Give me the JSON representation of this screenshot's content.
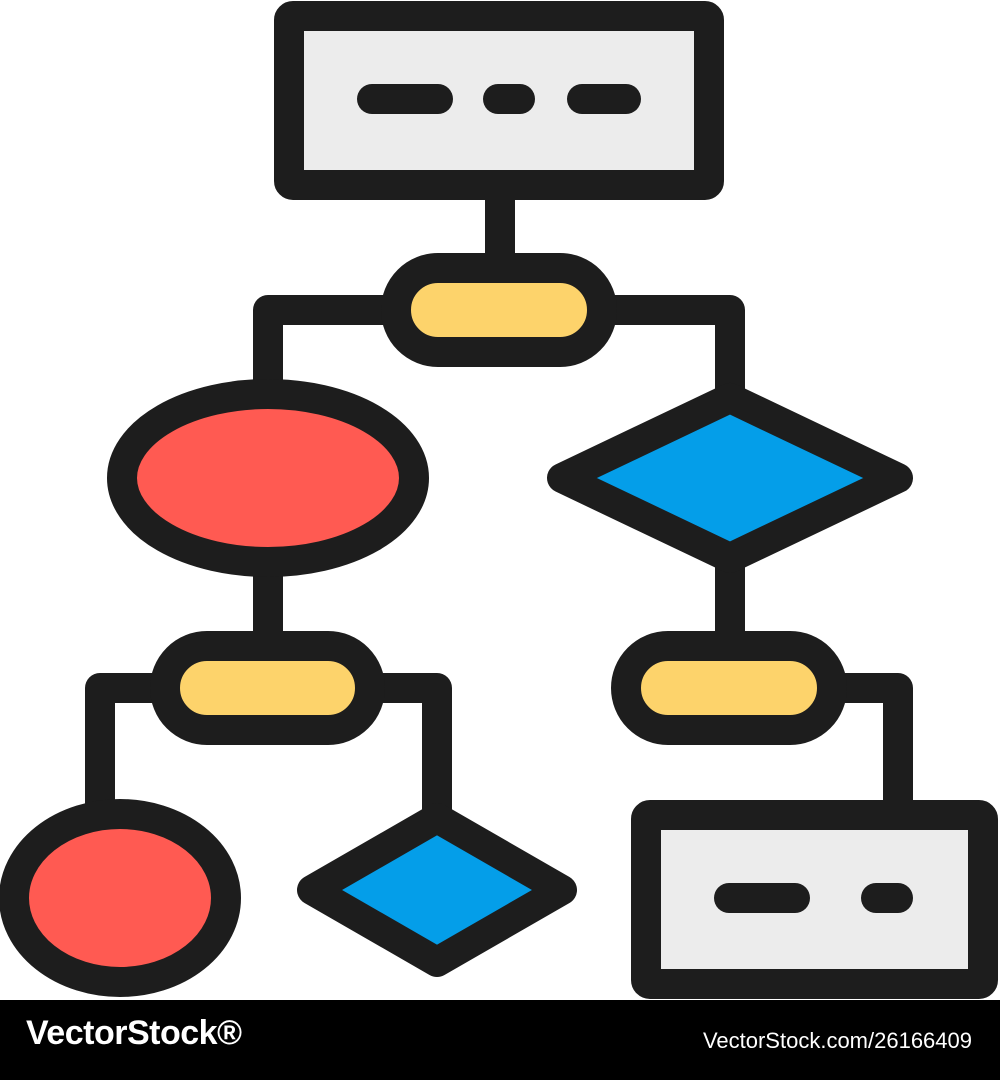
{
  "diagram": {
    "palette": {
      "outline": "#1d1d1d",
      "box_fill": "#ececec",
      "pill_fill": "#fdd36b",
      "oval_fill": "#ff5a52",
      "diamond_fill": "#049ee9"
    },
    "nodes": [
      {
        "id": "top-box",
        "shape": "rectangle",
        "fill": "box"
      },
      {
        "id": "top-connector",
        "shape": "pill",
        "fill": "pill"
      },
      {
        "id": "left-oval",
        "shape": "ellipse",
        "fill": "oval"
      },
      {
        "id": "right-diamond",
        "shape": "diamond",
        "fill": "diamond"
      },
      {
        "id": "left-connector",
        "shape": "pill",
        "fill": "pill"
      },
      {
        "id": "right-connector",
        "shape": "pill",
        "fill": "pill"
      },
      {
        "id": "bottom-left-oval",
        "shape": "ellipse",
        "fill": "oval"
      },
      {
        "id": "bottom-diamond",
        "shape": "diamond",
        "fill": "diamond"
      },
      {
        "id": "bottom-right-box",
        "shape": "rectangle",
        "fill": "box"
      }
    ],
    "edges": [
      [
        "top-box",
        "top-connector"
      ],
      [
        "top-connector",
        "left-oval"
      ],
      [
        "top-connector",
        "right-diamond"
      ],
      [
        "left-oval",
        "left-connector"
      ],
      [
        "right-diamond",
        "right-connector"
      ],
      [
        "left-connector",
        "bottom-left-oval"
      ],
      [
        "left-connector",
        "bottom-diamond"
      ],
      [
        "right-connector",
        "bottom-right-box"
      ]
    ]
  },
  "watermark": {
    "brand": "VectorStock®",
    "image_id": "VectorStock.com/26166409"
  }
}
